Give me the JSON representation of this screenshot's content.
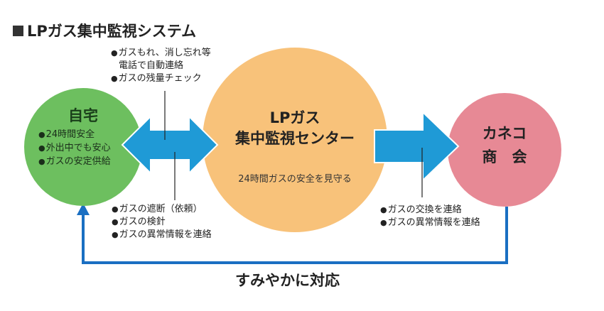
{
  "title": "LPガス集中監視システム",
  "home": {
    "title": "自宅",
    "items": [
      "24時間安全",
      "外出中でも安心",
      "ガスの安定供給"
    ]
  },
  "center": {
    "title_line1": "LPガス",
    "title_line2": "集中監視センター",
    "subtitle": "24時間ガスの安全を見守る"
  },
  "company": {
    "title_line1": "カネコ",
    "title_line2": "商　会"
  },
  "notes_top": {
    "item1_line1": "ガスもれ、消し忘れ等",
    "item1_line2": "電話で自動連絡",
    "item2": "ガスの残量チェック"
  },
  "notes_bottom_left": [
    "ガスの遮断（依頼）",
    "ガスの検針",
    "ガスの異常情報を連絡"
  ],
  "notes_bottom_right": [
    "ガスの交換を連絡",
    "ガスの異常情報を連絡"
  ],
  "loop_label": "すみやかに対応",
  "colors": {
    "home_green": "#6dbf5f",
    "center_orange": "#f8c27a",
    "company_pink": "#e78995",
    "arrow_blue": "#1f9ad6",
    "loop_blue": "#1a6fc2"
  }
}
